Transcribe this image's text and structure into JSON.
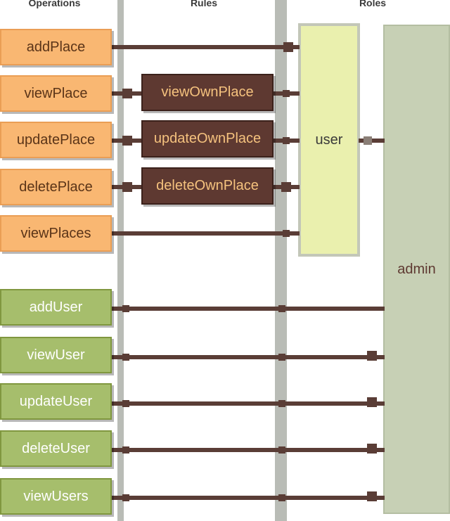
{
  "headers": {
    "operations": "Operations",
    "rules": "Rules",
    "roles": "Roles"
  },
  "operations": {
    "place": [
      "addPlace",
      "viewPlace",
      "updatePlace",
      "deletePlace",
      "viewPlaces"
    ],
    "user": [
      "addUser",
      "viewUser",
      "updateUser",
      "deleteUser",
      "viewUsers"
    ]
  },
  "rules": [
    "viewOwnPlace",
    "updateOwnPlace",
    "deleteOwnPlace"
  ],
  "roles": {
    "user": "user",
    "admin": "admin"
  },
  "colors": {
    "place_op_fill": "#f9b772",
    "user_op_fill": "#a6be6c",
    "rule_fill": "#5e3931",
    "rule_text": "#f5c27e",
    "role_user_fill": "#eaf0ae",
    "role_admin_fill": "#c7d0b5",
    "connector": "#5a3d36"
  }
}
